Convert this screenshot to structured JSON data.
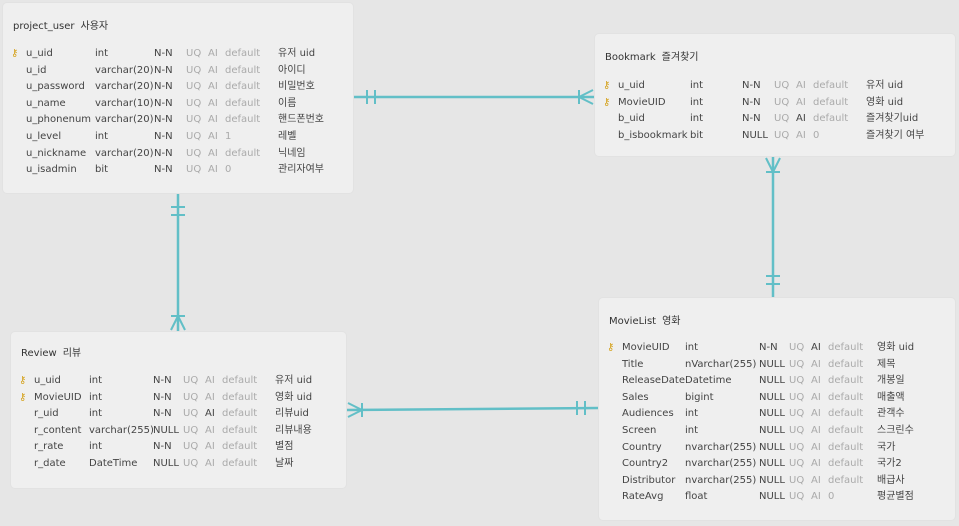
{
  "tables": [
    {
      "id": "project_user",
      "name": "project_user",
      "comment": "사용자",
      "columns": [
        {
          "name": "u_uid",
          "type": "int",
          "nn": "N-N",
          "uq": "UQ",
          "ai": "AI",
          "def": "default",
          "comment": "유저 uid",
          "pk": true,
          "key_icon": "key-icon",
          "ai_on": false
        },
        {
          "name": "u_id",
          "type": "varchar(20)",
          "nn": "N-N",
          "uq": "UQ",
          "ai": "AI",
          "def": "default",
          "comment": "아이디",
          "pk": false,
          "ai_on": false
        },
        {
          "name": "u_password",
          "type": "varchar(20)",
          "nn": "N-N",
          "uq": "UQ",
          "ai": "AI",
          "def": "default",
          "comment": "비밀번호",
          "pk": false,
          "ai_on": false
        },
        {
          "name": "u_name",
          "type": "varchar(10)",
          "nn": "N-N",
          "uq": "UQ",
          "ai": "AI",
          "def": "default",
          "comment": "이름",
          "pk": false,
          "ai_on": false
        },
        {
          "name": "u_phonenum",
          "type": "varchar(20)",
          "nn": "N-N",
          "uq": "UQ",
          "ai": "AI",
          "def": "default",
          "comment": "핸드폰번호",
          "pk": false,
          "ai_on": false
        },
        {
          "name": "u_level",
          "type": "int",
          "nn": "N-N",
          "uq": "UQ",
          "ai": "AI",
          "def": "1",
          "comment": "레벨",
          "pk": false,
          "ai_on": false
        },
        {
          "name": "u_nickname",
          "type": "varchar(20)",
          "nn": "N-N",
          "uq": "UQ",
          "ai": "AI",
          "def": "default",
          "comment": "닉네임",
          "pk": false,
          "ai_on": false
        },
        {
          "name": "u_isadmin",
          "type": "bit",
          "nn": "N-N",
          "uq": "UQ",
          "ai": "AI",
          "def": "0",
          "comment": "관리자여부",
          "pk": false,
          "ai_on": false
        }
      ]
    },
    {
      "id": "Bookmark",
      "name": "Bookmark",
      "comment": "즐겨찾기",
      "columns": [
        {
          "name": "u_uid",
          "type": "int",
          "nn": "N-N",
          "uq": "UQ",
          "ai": "AI",
          "def": "default",
          "comment": "유저 uid",
          "pk": true,
          "key_icon": "key-icon",
          "ai_on": false
        },
        {
          "name": "MovieUID",
          "type": "int",
          "nn": "N-N",
          "uq": "UQ",
          "ai": "AI",
          "def": "default",
          "comment": "영화 uid",
          "pk": true,
          "key_icon": "key-icon",
          "ai_on": false
        },
        {
          "name": "b_uid",
          "type": "int",
          "nn": "N-N",
          "uq": "UQ",
          "ai": "AI",
          "def": "default",
          "comment": "즐겨찾기uid",
          "pk": false,
          "ai_on": true
        },
        {
          "name": "b_isbookmark",
          "type": "bit",
          "nn": "NULL",
          "uq": "UQ",
          "ai": "AI",
          "def": "0",
          "comment": "즐겨찾기 여부",
          "pk": false,
          "ai_on": false
        }
      ]
    },
    {
      "id": "Review",
      "name": "Review",
      "comment": "리뷰",
      "columns": [
        {
          "name": "u_uid",
          "type": "int",
          "nn": "N-N",
          "uq": "UQ",
          "ai": "AI",
          "def": "default",
          "comment": "유저 uid",
          "pk": true,
          "key_icon": "key-icon",
          "ai_on": false
        },
        {
          "name": "MovieUID",
          "type": "int",
          "nn": "N-N",
          "uq": "UQ",
          "ai": "AI",
          "def": "default",
          "comment": "영화 uid",
          "pk": true,
          "key_icon": "key-icon",
          "ai_on": false
        },
        {
          "name": "r_uid",
          "type": "int",
          "nn": "N-N",
          "uq": "UQ",
          "ai": "AI",
          "def": "default",
          "comment": "리뷰uid",
          "pk": false,
          "ai_on": true
        },
        {
          "name": "r_content",
          "type": "varchar(255)",
          "nn": "NULL",
          "uq": "UQ",
          "ai": "AI",
          "def": "default",
          "comment": "리뷰내용",
          "pk": false,
          "ai_on": false
        },
        {
          "name": "r_rate",
          "type": "int",
          "nn": "N-N",
          "uq": "UQ",
          "ai": "AI",
          "def": "default",
          "comment": "별점",
          "pk": false,
          "ai_on": false
        },
        {
          "name": "r_date",
          "type": "DateTime",
          "nn": "NULL",
          "uq": "UQ",
          "ai": "AI",
          "def": "default",
          "comment": "날짜",
          "pk": false,
          "ai_on": false
        }
      ]
    },
    {
      "id": "MovieList",
      "name": "MovieList",
      "comment": "영화",
      "columns": [
        {
          "name": "MovieUID",
          "type": "int",
          "nn": "N-N",
          "uq": "UQ",
          "ai": "AI",
          "def": "default",
          "comment": "영화 uid",
          "pk": true,
          "key_icon": "key-icon",
          "ai_on": true
        },
        {
          "name": "Title",
          "type": "nVarchar(255)",
          "nn": "NULL",
          "uq": "UQ",
          "ai": "AI",
          "def": "default",
          "comment": "제목",
          "pk": false,
          "ai_on": false
        },
        {
          "name": "ReleaseDate",
          "type": "Datetime",
          "nn": "NULL",
          "uq": "UQ",
          "ai": "AI",
          "def": "default",
          "comment": "개봉일",
          "pk": false,
          "ai_on": false
        },
        {
          "name": "Sales",
          "type": "bigint",
          "nn": "NULL",
          "uq": "UQ",
          "ai": "AI",
          "def": "default",
          "comment": "매출액",
          "pk": false,
          "ai_on": false
        },
        {
          "name": "Audiences",
          "type": "int",
          "nn": "NULL",
          "uq": "UQ",
          "ai": "AI",
          "def": "default",
          "comment": "관객수",
          "pk": false,
          "ai_on": false
        },
        {
          "name": "Screen",
          "type": "int",
          "nn": "NULL",
          "uq": "UQ",
          "ai": "AI",
          "def": "default",
          "comment": "스크린수",
          "pk": false,
          "ai_on": false
        },
        {
          "name": "Country",
          "type": "nvarchar(255)",
          "nn": "NULL",
          "uq": "UQ",
          "ai": "AI",
          "def": "default",
          "comment": "국가",
          "pk": false,
          "ai_on": false
        },
        {
          "name": "Country2",
          "type": "nvarchar(255)",
          "nn": "NULL",
          "uq": "UQ",
          "ai": "AI",
          "def": "default",
          "comment": "국가2",
          "pk": false,
          "ai_on": false
        },
        {
          "name": "Distributor",
          "type": "nvarchar(255)",
          "nn": "NULL",
          "uq": "UQ",
          "ai": "AI",
          "def": "default",
          "comment": "배급사",
          "pk": false,
          "ai_on": false
        },
        {
          "name": "RateAvg",
          "type": "float",
          "nn": "NULL",
          "uq": "UQ",
          "ai": "AI",
          "def": "0",
          "comment": "평균별점",
          "pk": false,
          "ai_on": false
        }
      ]
    }
  ],
  "relationships": [
    {
      "from": "project_user",
      "to": "Bookmark",
      "from_end": "one",
      "to_end": "many"
    },
    {
      "from": "project_user",
      "to": "Review",
      "from_end": "one",
      "to_end": "many"
    },
    {
      "from": "MovieList",
      "to": "Bookmark",
      "from_end": "one",
      "to_end": "many"
    },
    {
      "from": "MovieList",
      "to": "Review",
      "from_end": "one",
      "to_end": "many"
    }
  ],
  "colors": {
    "background": "#e6e6e6",
    "card": "#efefef",
    "edge": "#62bfc7",
    "key": "#d4a017",
    "muted": "#aaaaaa"
  }
}
